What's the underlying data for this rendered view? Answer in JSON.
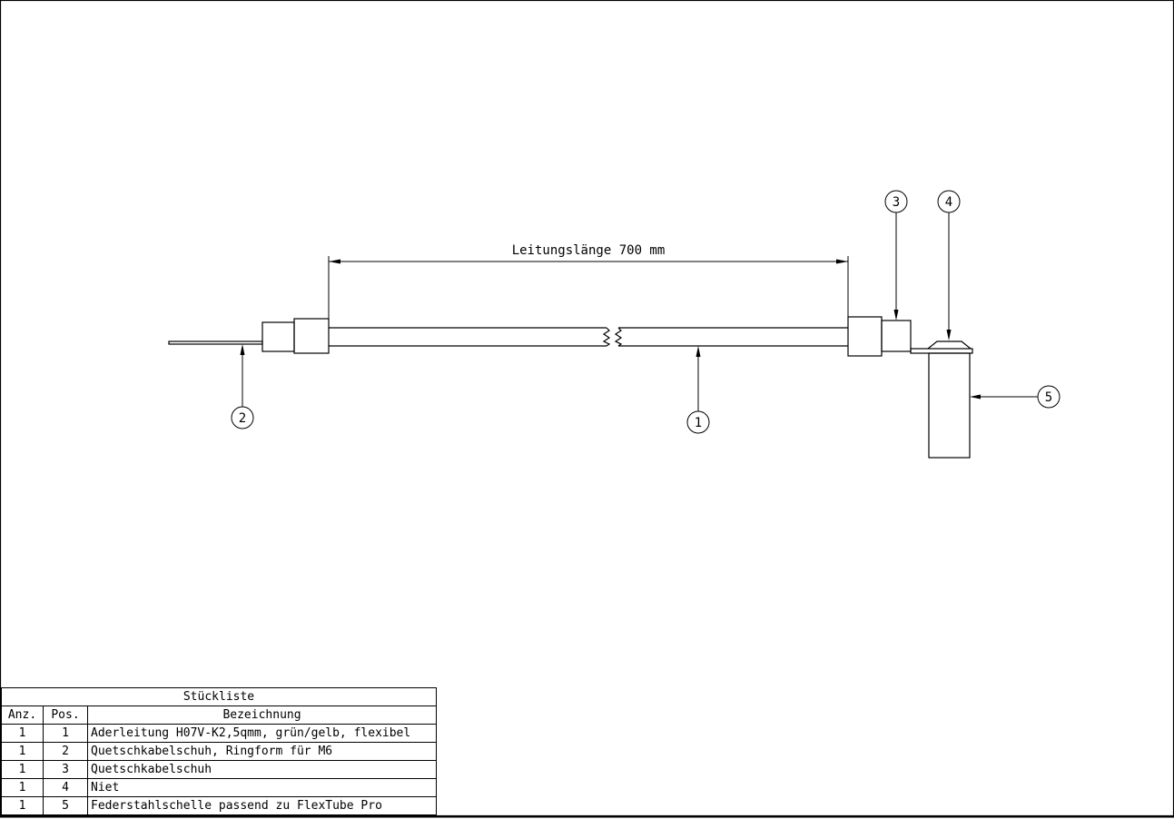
{
  "drawing": {
    "dimension_label": "Leitungslänge 700 mm",
    "balloons": [
      {
        "id": "1",
        "label": "1"
      },
      {
        "id": "2",
        "label": "2"
      },
      {
        "id": "3",
        "label": "3"
      },
      {
        "id": "4",
        "label": "4"
      },
      {
        "id": "5",
        "label": "5"
      }
    ]
  },
  "parts_list": {
    "title": "Stückliste",
    "headers": {
      "qty": "Anz.",
      "pos": "Pos.",
      "desc": "Bezeichnung"
    },
    "rows": [
      {
        "qty": "1",
        "pos": "1",
        "desc": "Aderleitung H07V-K2,5qmm, grün/gelb, flexibel"
      },
      {
        "qty": "1",
        "pos": "2",
        "desc": "Quetschkabelschuh, Ringform für M6"
      },
      {
        "qty": "1",
        "pos": "3",
        "desc": "Quetschkabelschuh"
      },
      {
        "qty": "1",
        "pos": "4",
        "desc": "Niet"
      },
      {
        "qty": "1",
        "pos": "5",
        "desc": "Federstahlschelle passend zu FlexTube Pro"
      }
    ]
  }
}
